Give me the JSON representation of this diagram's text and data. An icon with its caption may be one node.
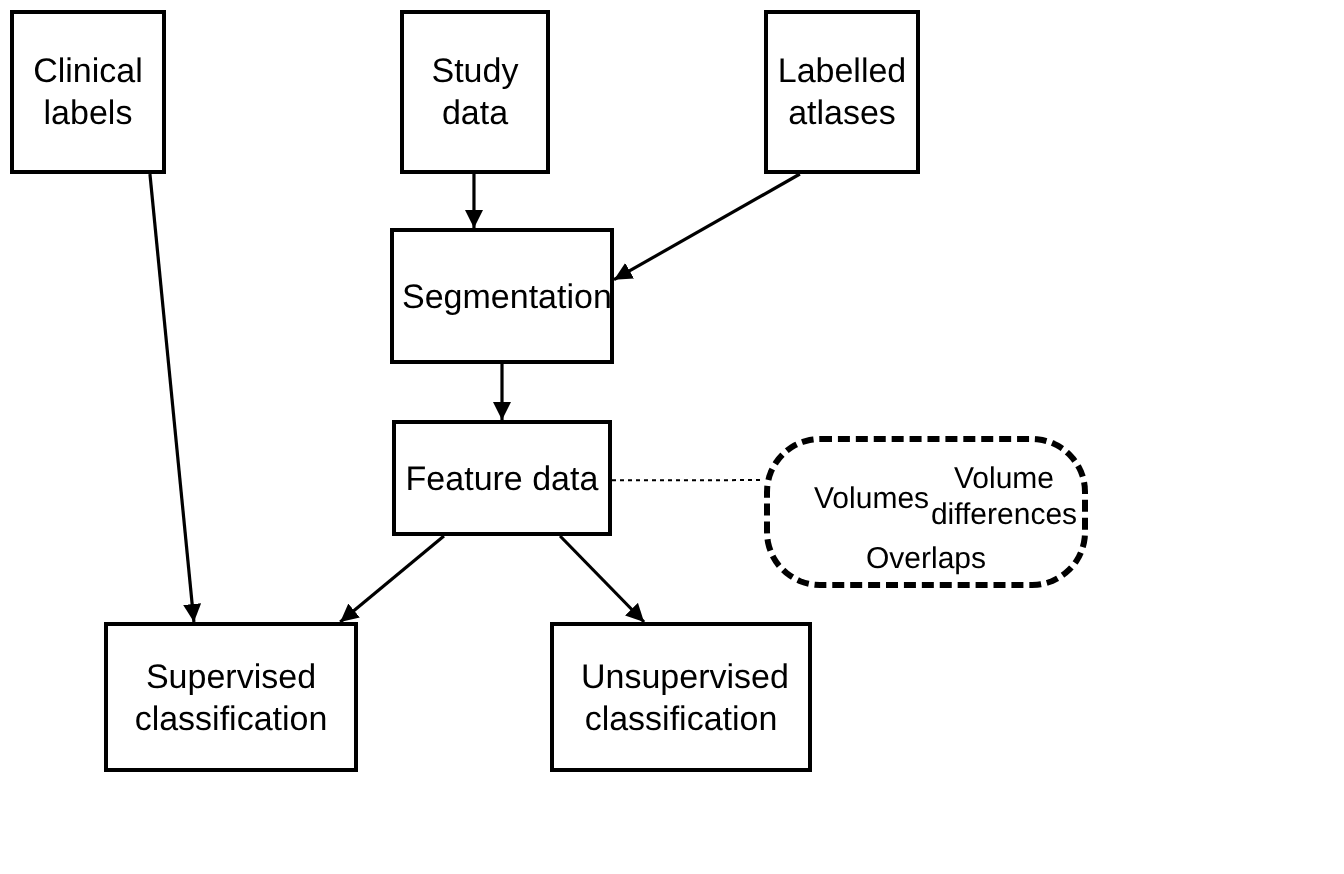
{
  "diagram": {
    "nodes": [
      {
        "text": [
          "Clinical labels"
        ]
      },
      {
        "text": [
          "Study data"
        ]
      },
      {
        "text": [
          "Labelled atlases"
        ]
      },
      {
        "text": [
          "Segmentation"
        ]
      },
      {
        "text": [
          "Feature data"
        ]
      },
      {
        "text": [
          "Volumes",
          "Volume differences",
          "Overlaps"
        ]
      },
      {
        "text": [
          "Supervised classification"
        ]
      },
      {
        "text": [
          "Unsupervised classification"
        ]
      }
    ],
    "edges": [
      {
        "from": 1,
        "to": 3,
        "arrow": "to"
      },
      {
        "from": 2,
        "to": 3,
        "arrow": "to"
      },
      {
        "from": 3,
        "to": 4,
        "arrow": "to"
      },
      {
        "from": 0,
        "to": 6,
        "arrow": "to"
      },
      {
        "from": 4,
        "to": 6,
        "arrow": "to"
      },
      {
        "from": 4,
        "to": 7,
        "arrow": "to"
      },
      {
        "from": 4,
        "to": 5,
        "arrow": "none",
        "style": "dashed"
      }
    ]
  }
}
